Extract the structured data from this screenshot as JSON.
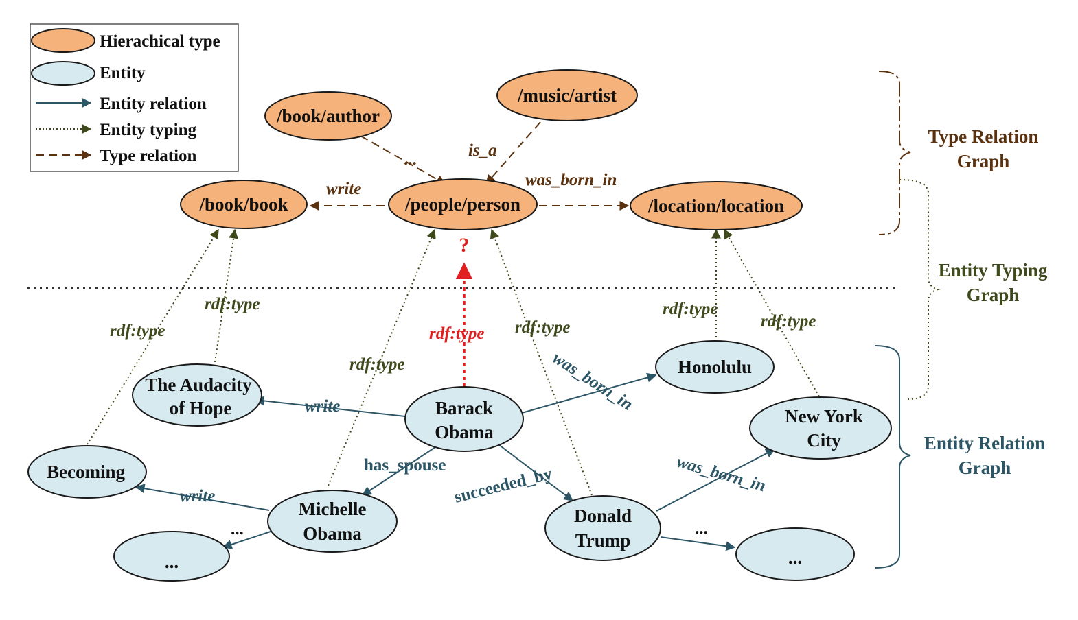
{
  "legend": {
    "hierarchical_type": "Hierachical type",
    "entity": "Entity",
    "entity_relation": "Entity relation",
    "entity_typing": "Entity typing",
    "type_relation": "Type relation"
  },
  "colors": {
    "type_node_fill": "#f5b27a",
    "entity_node_fill": "#d6eaf0",
    "type_relation": "#5a3210",
    "entity_typing": "#3f4a1c",
    "entity_relation": "#2c5566",
    "missing_link": "#e02020"
  },
  "type_nodes": {
    "book_author": "/book/author",
    "music_artist": "/music/artist",
    "book_book": "/book/book",
    "people_person": "/people/person",
    "location_location": "/location/location"
  },
  "entity_nodes": {
    "audacity_line1": "The Audacity",
    "audacity_line2": "of Hope",
    "barack_line1": "Barack",
    "barack_line2": "Obama",
    "honolulu": "Honolulu",
    "new_york_line1": "New York",
    "new_york_line2": "City",
    "becoming": "Becoming",
    "michelle_line1": "Michelle",
    "michelle_line2": "Obama",
    "donald_line1": "Donald",
    "donald_line2": "Trump",
    "ellipsis_node": "..."
  },
  "edge_labels": {
    "write": "write",
    "was_born_in": "was_born_in",
    "is_a": "is_a",
    "ellipsis": "...",
    "rdf_type": "rdf:type",
    "question": "?",
    "has_spouse": "has_spouse",
    "succeeded_by": "succeeded_by"
  },
  "braces": {
    "type_relation_line1": "Type Relation",
    "type_relation_line2": "Graph",
    "entity_typing_line1": "Entity Typing",
    "entity_typing_line2": "Graph",
    "entity_relation_line1": "Entity Relation",
    "entity_relation_line2": "Graph"
  }
}
